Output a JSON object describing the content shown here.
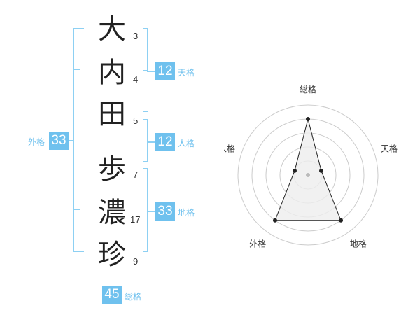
{
  "name": {
    "chars": [
      {
        "char": "大",
        "strokes": "3"
      },
      {
        "char": "内",
        "strokes": "4"
      },
      {
        "char": "田",
        "strokes": "5"
      },
      {
        "char": "歩",
        "strokes": "7"
      },
      {
        "char": "濃",
        "strokes": "17"
      },
      {
        "char": "珍",
        "strokes": "9"
      }
    ]
  },
  "groups": {
    "tenkaku": {
      "value": "12",
      "label": "天格"
    },
    "jinkaku": {
      "value": "12",
      "label": "人格"
    },
    "chikaku": {
      "value": "33",
      "label": "地格"
    },
    "gaikaku": {
      "value": "33",
      "label": "外格"
    },
    "soukaku": {
      "value": "45",
      "label": "総格"
    }
  },
  "chart_data": {
    "type": "radar",
    "axes": [
      "総格",
      "天格",
      "地格",
      "外格",
      "人格"
    ],
    "values": [
      4,
      1,
      4,
      4,
      1
    ],
    "max": 5,
    "colors": {
      "fill": "#eeeeee",
      "stroke": "#222222",
      "grid": "#cccccc"
    }
  }
}
